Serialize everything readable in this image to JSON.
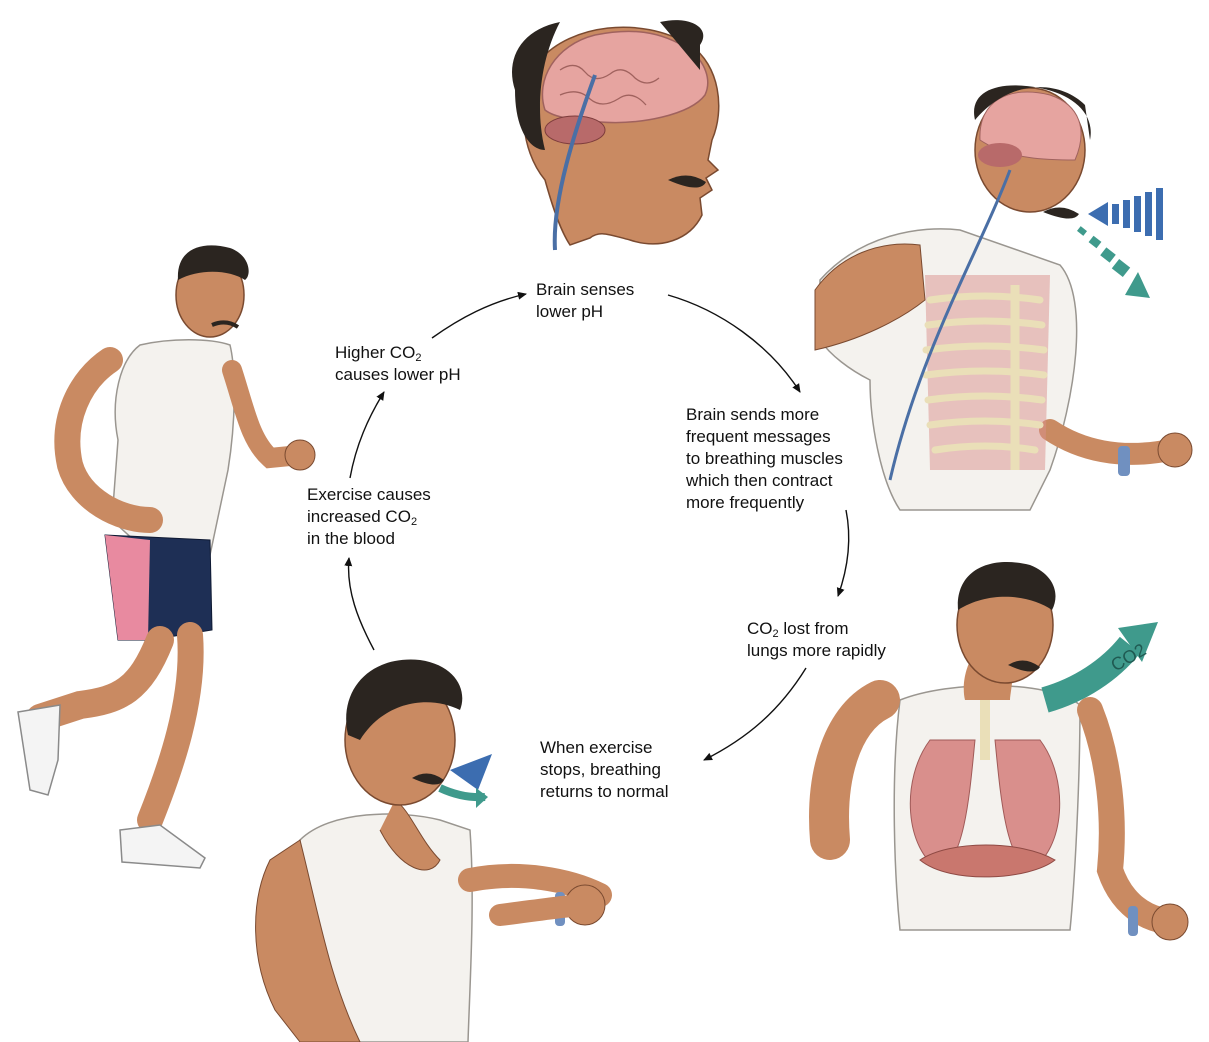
{
  "labels": {
    "brain_senses": [
      "Brain senses",
      "lower pH"
    ],
    "brain_sends": [
      "Brain sends more",
      "frequent messages",
      "to breathing muscles",
      "which then contract",
      "more frequently"
    ],
    "co2_lost": {
      "co": "CO",
      "sub": "2",
      "rest": " lost from",
      "line2": "lungs more rapidly"
    },
    "exercise_stops": [
      "When exercise",
      "stops, breathing",
      "returns to normal"
    ],
    "exercise_causes": {
      "line1": "Exercise causes",
      "line2_text": "increased CO",
      "line2_sub": "2",
      "line3": "in the blood"
    },
    "higher_co2": {
      "line1_text": "Higher CO",
      "line1_sub": "2",
      "line2": "causes lower pH"
    }
  },
  "arrow_text": {
    "co2_arrow": "CO2"
  },
  "colors": {
    "skin": "#c98a62",
    "skin_shadow": "#a86a45",
    "hair": "#2b2520",
    "brain": "#e6a4a0",
    "tanktop": "#f4f2ee",
    "shorts_blue": "#1e2f55",
    "shorts_pink": "#e88aa0",
    "rib": "#eadfb8",
    "lung": "#d98f8c",
    "spine_blue": "#4a6fa5",
    "arrow_blue": "#3c6db0",
    "arrow_teal": "#3f9a8c"
  }
}
